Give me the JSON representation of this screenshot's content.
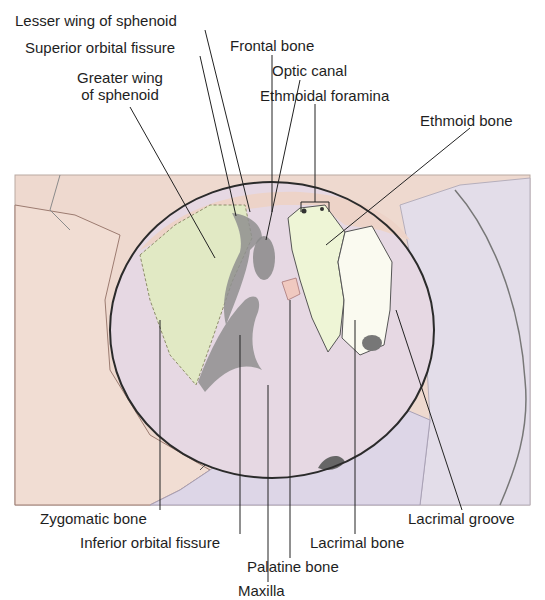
{
  "diagram": {
    "labels": [
      "Lesser wing of sphenoid",
      "Superior orbital fissure",
      "Frontal bone",
      "Optic canal",
      "Ethmoidal foramina",
      "Ethmoid bone",
      "Greater wing of sphenoid",
      "Zygomatic bone",
      "Inferior orbital fissure",
      "Maxilla",
      "Palatine bone",
      "Lacrimal bone",
      "Lacrimal groove"
    ]
  }
}
